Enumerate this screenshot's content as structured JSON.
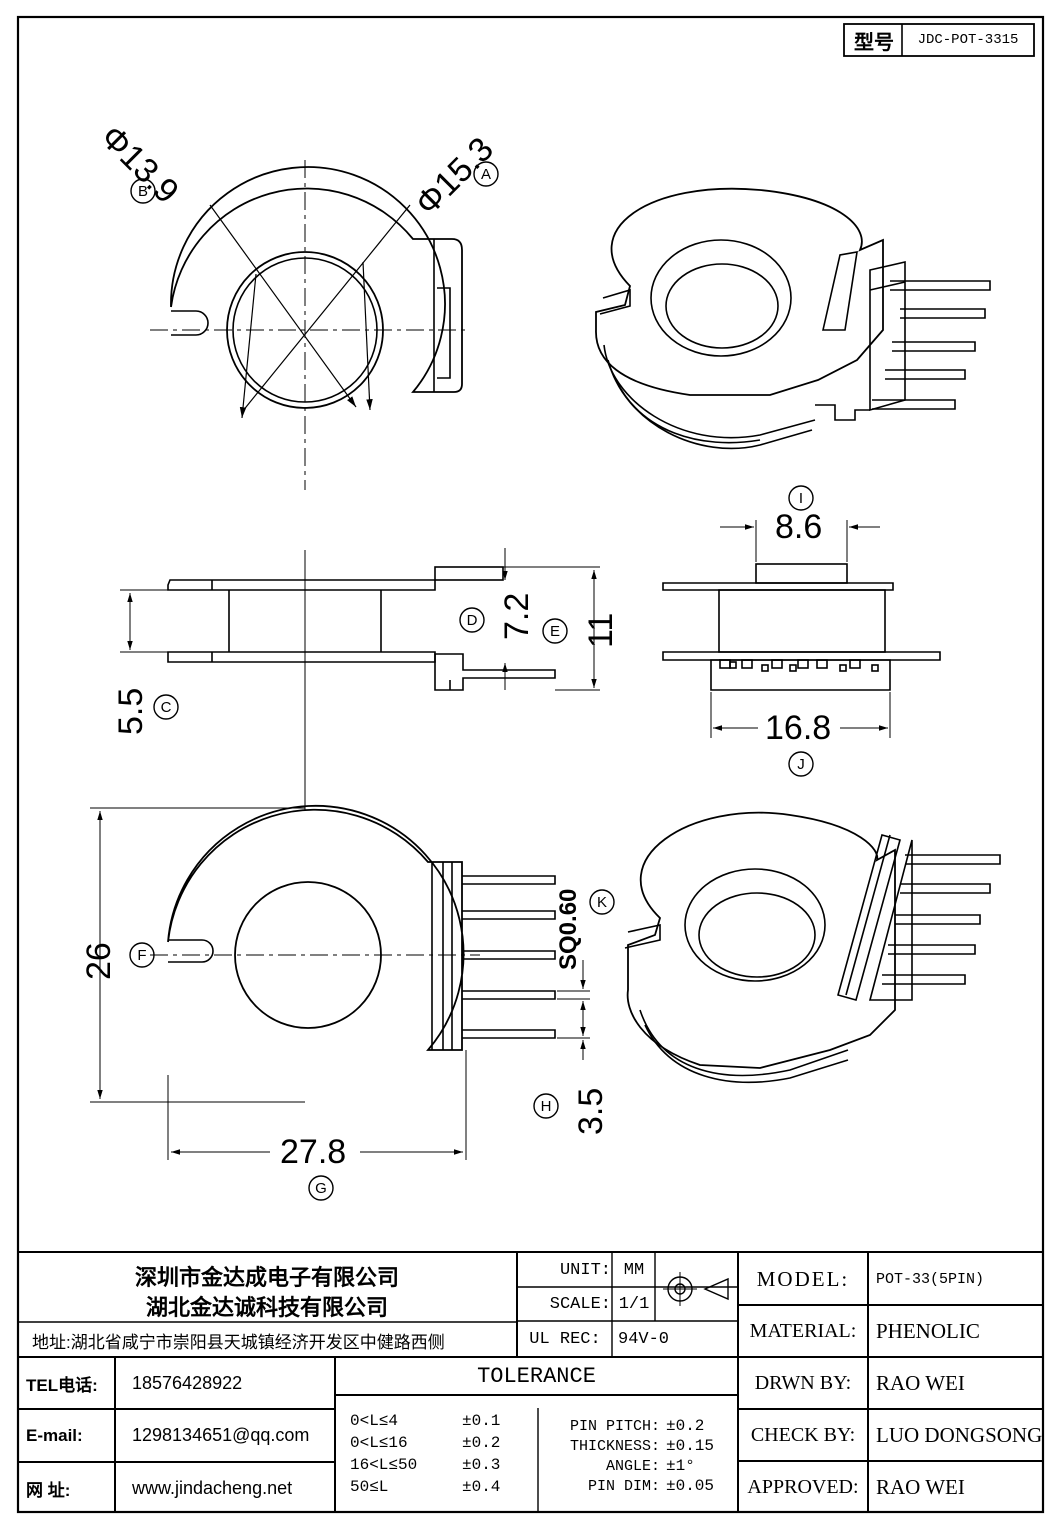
{
  "model_box": {
    "label": "型号",
    "value": "JDC-POT-3315"
  },
  "dims": {
    "d139": "Φ13.9",
    "d153": "Φ15.3",
    "d86": "8.6",
    "d72": "7.2",
    "d11": "11",
    "d55": "5.5",
    "d168": "16.8",
    "d26": "26",
    "d278": "27.8",
    "sq060": "SQ0.60",
    "d35": "3.5"
  },
  "callouts": {
    "A": "A",
    "B": "B",
    "C": "C",
    "D": "D",
    "E": "E",
    "F": "F",
    "G": "G",
    "H": "H",
    "I": "I",
    "J": "J",
    "K": "K"
  },
  "company": {
    "name1": "深圳市金达成电子有限公司",
    "name2": "湖北金达诚科技有限公司",
    "address": "地址:湖北省咸宁市崇阳县天城镇经济开发区中健路西侧"
  },
  "contact": {
    "tel_label": "TEL电话:",
    "tel": "18576428922",
    "email_label": "E-mail:",
    "email": "1298134651@qq.com",
    "web_label": "网 址:",
    "web": "www.jindacheng.net"
  },
  "spec": {
    "unit_label": "UNIT:",
    "unit": "MM",
    "scale_label": "SCALE:",
    "scale": "1/1",
    "ulrec_label": "UL REC:",
    "ulrec": "94V-0"
  },
  "tolerance": {
    "title": "TOLERANCE",
    "rows": [
      {
        "range": "0<L≤4",
        "value": "±0.1"
      },
      {
        "range": "0<L≤16",
        "value": "±0.2"
      },
      {
        "range": "16<L≤50",
        "value": "±0.3"
      },
      {
        "range": "50≤L",
        "value": "±0.4"
      }
    ],
    "misc": [
      {
        "label": "PIN PITCH:",
        "value": "±0.2"
      },
      {
        "label": "THICKNESS:",
        "value": "±0.15"
      },
      {
        "label": "ANGLE:",
        "value": "±1°"
      },
      {
        "label": "PIN DIM:",
        "value": "±0.05"
      }
    ]
  },
  "info": {
    "model_label": "MODEL:",
    "model": "POT-33(5PIN)",
    "material_label": "MATERIAL:",
    "material": "PHENOLIC",
    "drwn_label": "DRWN BY:",
    "drwn": "RAO WEI",
    "check_label": "CHECK BY:",
    "check": "LUO DONGSONG",
    "approved_label": "APPROVED:",
    "approved": "RAO WEI"
  }
}
